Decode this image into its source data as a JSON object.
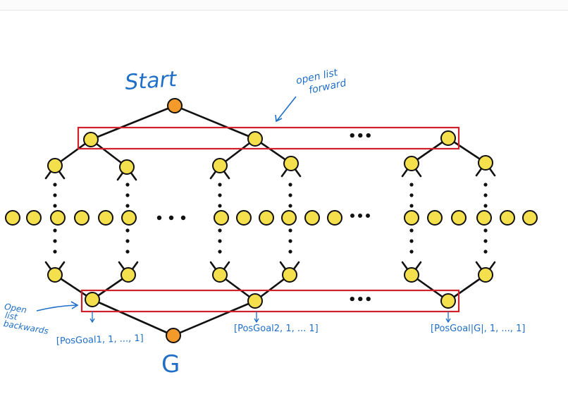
{
  "labels": {
    "start": "Start",
    "goal": "G",
    "open_list_forward_line1": "open list",
    "open_list_forward_line2": "forward",
    "open_list_backward_line1": "Open",
    "open_list_backward_line2": "list",
    "open_list_backward_line3": "backwards",
    "posgoal_1": "[PosGoal1, 1, ..., 1]",
    "posgoal_2": "[PosGoal2, 1, ... 1]",
    "posgoal_n": "[PosGoal|G|, 1, ..., 1]",
    "ellipsis_top": "•••",
    "ellipsis_bottom": "•••"
  },
  "colors": {
    "node_yellow": "#f4e04d",
    "node_orange": "#f39a2a",
    "frame_red": "#d0202a",
    "annotation_blue": "#1f6fc8",
    "edge_black": "#111111"
  }
}
